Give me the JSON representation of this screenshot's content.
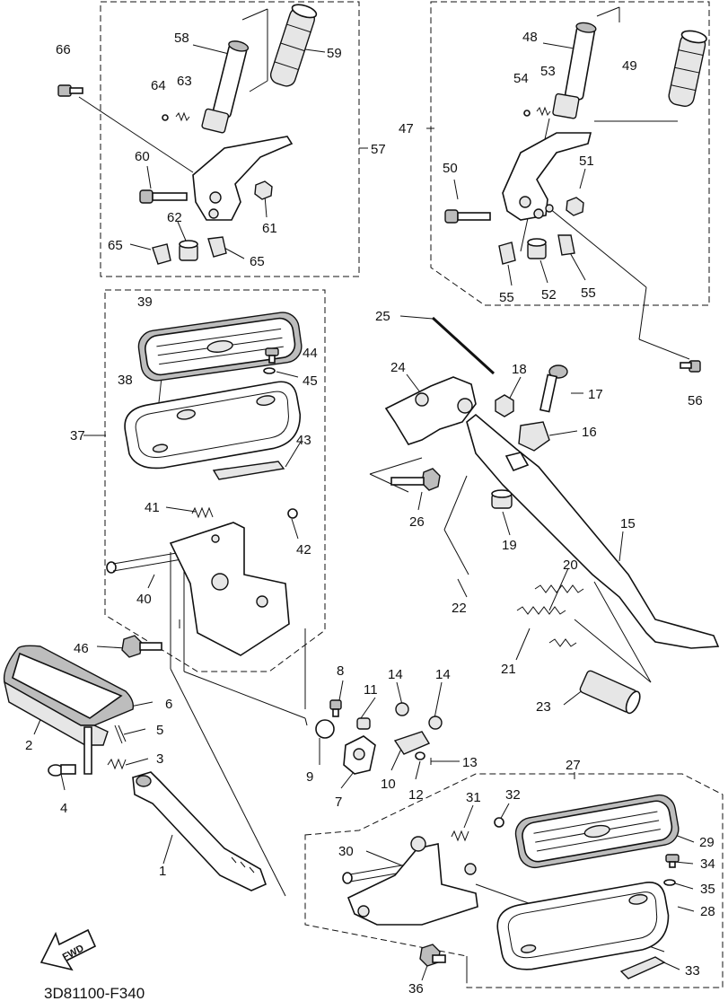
{
  "diagram_code": "3D81100-F340",
  "fwd_label": "FWD",
  "callouts": {
    "c1": "1",
    "c2": "2",
    "c3": "3",
    "c4": "4",
    "c5": "5",
    "c6": "6",
    "c7": "7",
    "c8": "8",
    "c9": "9",
    "c10": "10",
    "c11": "11",
    "c12": "12",
    "c13": "13",
    "c14a": "14",
    "c14b": "14",
    "c15": "15",
    "c16": "16",
    "c17": "17",
    "c18": "18",
    "c19": "19",
    "c20": "20",
    "c21": "21",
    "c22": "22",
    "c23": "23",
    "c24": "24",
    "c25": "25",
    "c26": "26",
    "c27": "27",
    "c28": "28",
    "c29": "29",
    "c30": "30",
    "c31": "31",
    "c32": "32",
    "c33": "33",
    "c34": "34",
    "c35": "35",
    "c36": "36",
    "c37": "37",
    "c38": "38",
    "c39": "39",
    "c40": "40",
    "c41": "41",
    "c42": "42",
    "c43": "43",
    "c44": "44",
    "c45": "45",
    "c46": "46",
    "c47": "47",
    "c48": "48",
    "c49": "49",
    "c50": "50",
    "c51": "51",
    "c52": "52",
    "c53": "53",
    "c54": "54",
    "c55a": "55",
    "c55b": "55",
    "c56": "56",
    "c57": "57",
    "c58": "58",
    "c59": "59",
    "c60": "60",
    "c61": "61",
    "c62": "62",
    "c63": "63",
    "c64": "64",
    "c65a": "65",
    "c65b": "65",
    "c66": "66"
  }
}
